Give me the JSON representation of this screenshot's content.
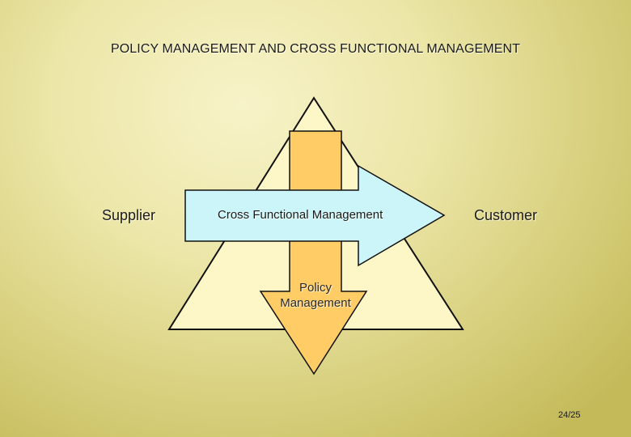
{
  "slide": {
    "title": "POLICY MANAGEMENT AND CROSS FUNCTIONAL MANAGEMENT",
    "page_number": "24/25"
  },
  "diagram": {
    "supplier_label": "Supplier",
    "customer_label": "Customer",
    "cross_functional_label": "Cross Functional Management",
    "policy_label": "Policy Management"
  },
  "colors": {
    "triangle_fill": "#fdf7c8",
    "vertical_arrow_fill": "#ffcc66",
    "horizontal_arrow_fill": "#ccf5fa",
    "outline": "#111111"
  }
}
